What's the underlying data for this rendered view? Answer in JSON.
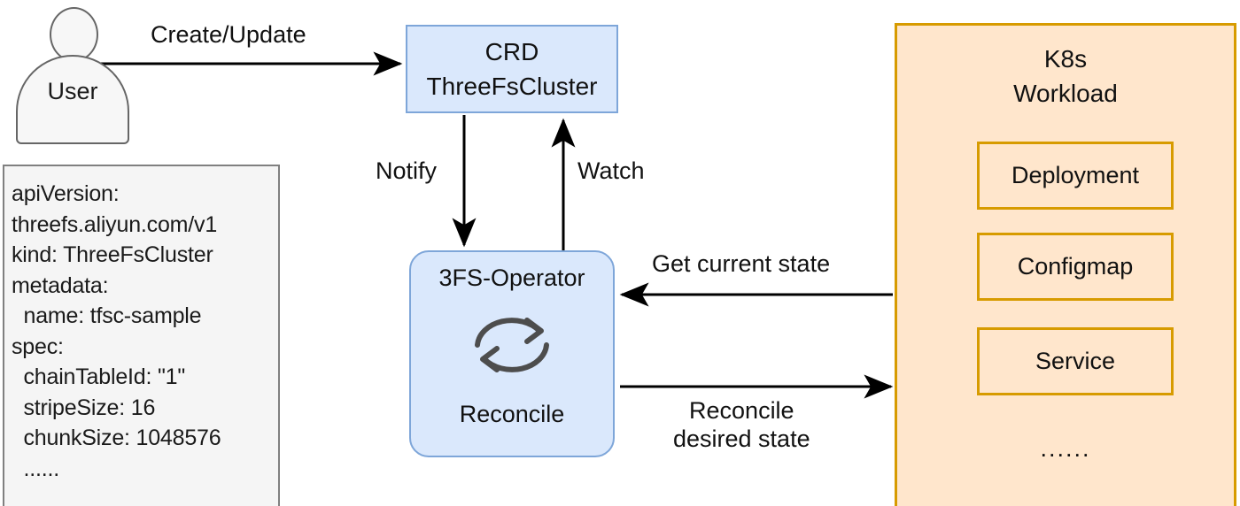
{
  "diagram": {
    "title": "3FS Operator reconcile loop architecture",
    "background": "#ffffff",
    "colors": {
      "crd_fill": "#dae8fc",
      "crd_stroke": "#7ea6d9",
      "k8s_fill": "#ffe6cc",
      "k8s_stroke": "#d79b00",
      "yaml_fill": "#f5f5f5",
      "yaml_stroke": "#808080",
      "actor_fill": "#f7f7f7",
      "actor_stroke": "#666666",
      "arrow": "#000000",
      "text": "#111111"
    }
  },
  "actor": {
    "label": "User",
    "head_icon": "person-head-icon",
    "body_icon": "person-body-icon"
  },
  "yaml_panel": {
    "text": "apiVersion:\nthreefs.aliyun.com/v1\nkind: ThreeFsCluster\nmetadata:\n  name: tfsc-sample\nspec:\n  chainTableId: \"1\"\n  stripeSize: 16\n  chunkSize: 1048576\n  ......",
    "lines": [
      "apiVersion:",
      "threefs.aliyun.com/v1",
      "kind: ThreeFsCluster",
      "metadata:",
      "  name: tfsc-sample",
      "spec:",
      "  chainTableId: \"1\"",
      "  stripeSize: 16",
      "  chunkSize: 1048576",
      "  ......"
    ]
  },
  "crd_box": {
    "line1": "CRD",
    "line2": "ThreeFsCluster"
  },
  "operator_box": {
    "title": "3FS-Operator",
    "icon": "reconcile-loop-icon",
    "subtitle": "Reconcile"
  },
  "k8s_panel": {
    "title": "K8s\nWorkload",
    "items": [
      {
        "label": "Deployment"
      },
      {
        "label": "Configmap"
      },
      {
        "label": "Service"
      }
    ],
    "ellipsis": "......"
  },
  "edges": [
    {
      "id": "create-update",
      "label": "Create/Update",
      "from": "User",
      "to": "CRD ThreeFsCluster",
      "direction": "right"
    },
    {
      "id": "notify",
      "label": "Notify",
      "from": "CRD ThreeFsCluster",
      "to": "3FS-Operator",
      "direction": "down"
    },
    {
      "id": "watch",
      "label": "Watch",
      "from": "3FS-Operator",
      "to": "CRD ThreeFsCluster",
      "direction": "up"
    },
    {
      "id": "get-current-state",
      "label": "Get current state",
      "from": "K8s Workload",
      "to": "3FS-Operator",
      "direction": "left"
    },
    {
      "id": "reconcile-desired-state",
      "label": "Reconcile\ndesired state",
      "from": "3FS-Operator",
      "to": "K8s Workload",
      "direction": "right"
    }
  ]
}
